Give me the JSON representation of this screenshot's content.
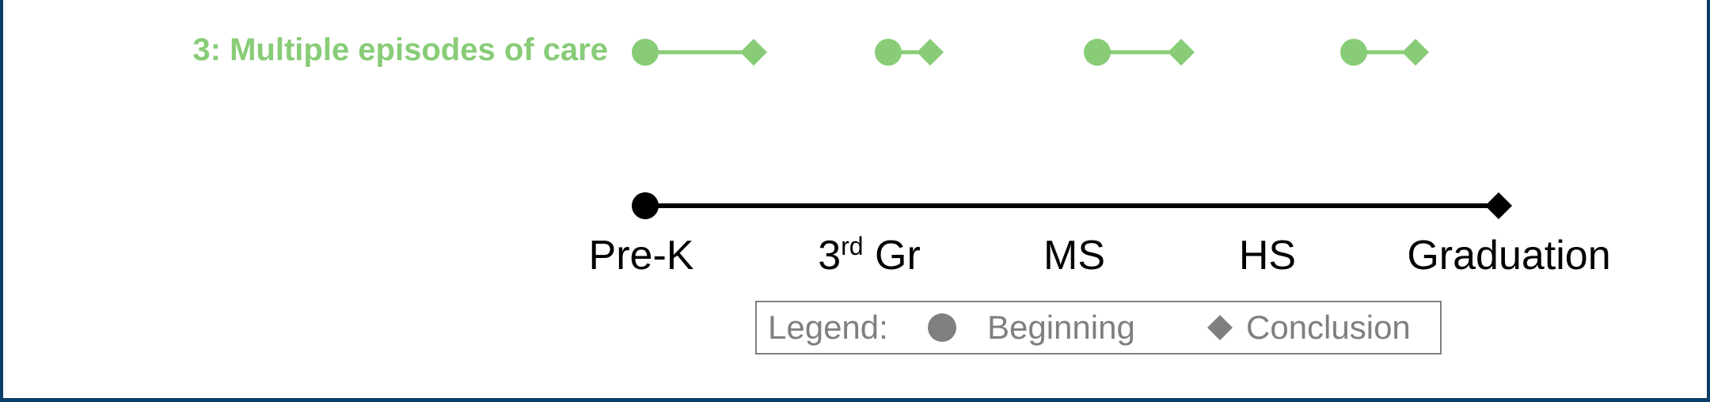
{
  "colors": {
    "frame": "#0b3d6b",
    "row": "#88cc77",
    "timeline": "#000000",
    "legend": "#7f7f7f"
  },
  "row": {
    "label": "3: Multiple episodes of care",
    "episodes": [
      {
        "begin": "Pre-K"
      },
      {
        "begin": "3rd Gr"
      },
      {
        "begin": "MS"
      },
      {
        "begin": "HS"
      }
    ]
  },
  "timeline": {
    "stages": [
      {
        "label": "Pre-K",
        "superscript": ""
      },
      {
        "base": "3",
        "superscript": "rd",
        "label": " Gr"
      },
      {
        "label": "MS",
        "superscript": ""
      },
      {
        "label": "HS",
        "superscript": ""
      },
      {
        "label": "Graduation",
        "superscript": ""
      }
    ]
  },
  "legend": {
    "title": "Legend:",
    "beginning_label": "Beginning",
    "conclusion_label": "Conclusion",
    "beginning_icon": "circle-icon",
    "conclusion_icon": "diamond-icon"
  }
}
